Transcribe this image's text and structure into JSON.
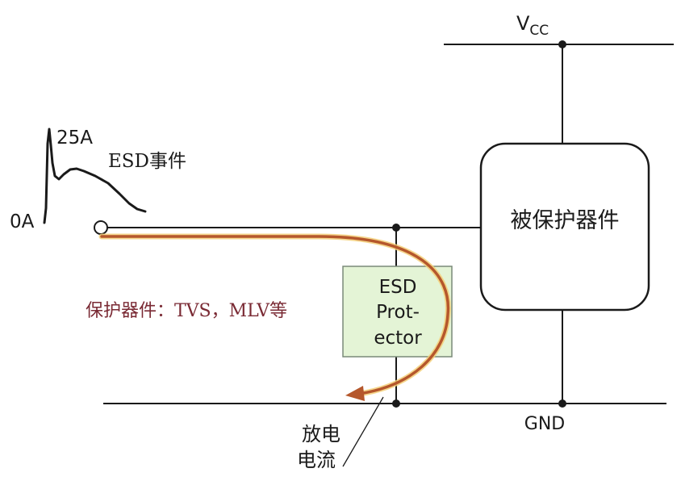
{
  "labels": {
    "vcc_main": "V",
    "vcc_sub": "CC",
    "gnd": "GND",
    "peak": "25A",
    "zero": "0A",
    "esd_event": "ESD事件",
    "protected_device": "被保护器件",
    "esd_line1": "ESD",
    "esd_line2": "Prot-",
    "esd_line3": "ector",
    "note": "保护器件：TVS，MLV等",
    "discharge_line1": "放电",
    "discharge_line2": "电流"
  },
  "colors": {
    "wire": "#1a1a1a",
    "esd_box_fill": "#e4f4d6",
    "esd_box_stroke": "#7a8a78",
    "current_arrow": "#b5572c",
    "current_glow": "#f3cf78",
    "note_text": "#7a2a34"
  }
}
